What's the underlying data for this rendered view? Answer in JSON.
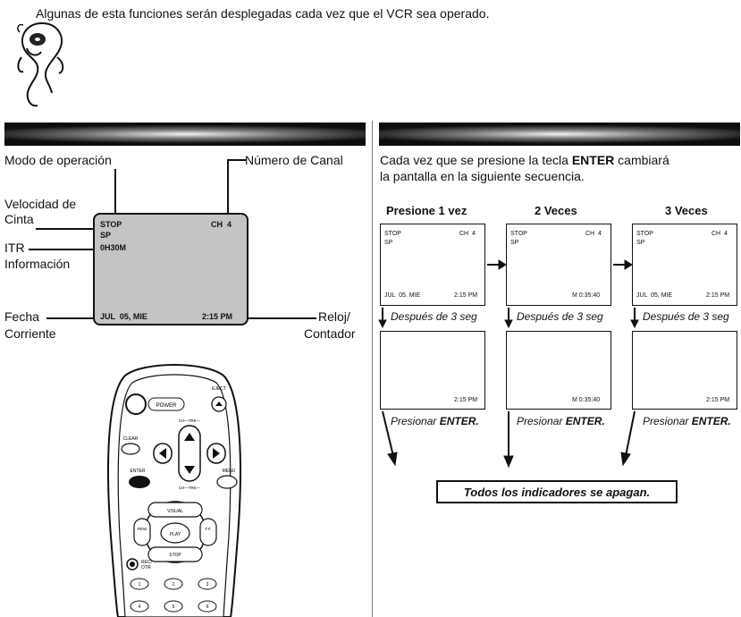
{
  "note": {
    "text": "Algunas de esta funciones serán desplegadas cada vez que el VCR sea operado.",
    "icon": "ghost-mascot-icon"
  },
  "left": {
    "labels": {
      "modo": "Modo de operación",
      "numero_canal": "Número de Canal",
      "velocidad_1": "Velocidad de",
      "velocidad_2": "Cinta",
      "itr": "ITR",
      "informacion": "Información",
      "fecha": "Fecha",
      "corriente": "Corriente",
      "reloj": "Reloj/",
      "contador": "Contador"
    },
    "screen": {
      "mode": "STOP",
      "channel": "CH  4",
      "speed": "SP",
      "itr": "0H30M",
      "date": "JUL  05, MIE",
      "clock": "2:15 PM"
    },
    "remote": {
      "power": "POWER",
      "eject": "EJECT",
      "ch_trk_top": "CH—TRK—",
      "ch_trk_bottom": "CH—TRK—",
      "clear": "CLEAR",
      "enter": "ENTER",
      "menu": "MENU",
      "visual": "VISUAL",
      "rew": "REW",
      "ff": "F.F.",
      "play": "PLAY",
      "stop": "STOP",
      "rec_1": "REC/",
      "rec_2": "OTR",
      "digits": [
        "1",
        "2",
        "3",
        "4",
        "5",
        "6"
      ]
    }
  },
  "right": {
    "intro_1": "Cada vez que se presione la tecla ",
    "intro_key": "ENTER",
    "intro_2": " cambiará",
    "intro_3": "la pantalla en la siguiente secuencia.",
    "columns": [
      {
        "head": "Presione 1 vez",
        "stop": "STOP",
        "ch": "CH  4",
        "sp": "SP",
        "bottom_left": "JUL  05, MIE",
        "bottom_right": "2:15 PM",
        "lower": "2:15 PM"
      },
      {
        "head": "2 Veces",
        "stop": "STOP",
        "ch": "CH  4",
        "sp": "SP",
        "bottom_left": "",
        "bottom_right": "M 0:35:40",
        "lower": "M 0:35:40"
      },
      {
        "head": "3 Veces",
        "stop": "STOP",
        "ch": "CH  4",
        "sp": "SP",
        "bottom_left": "JUL  05, MIE",
        "bottom_right": "2:15 PM",
        "lower": "2:15 PM"
      }
    ],
    "despues": "Después de 3 seg",
    "presionar": "Presionar ",
    "presionar_key": "ENTER.",
    "final": "Todos los indicadores se apagan."
  }
}
